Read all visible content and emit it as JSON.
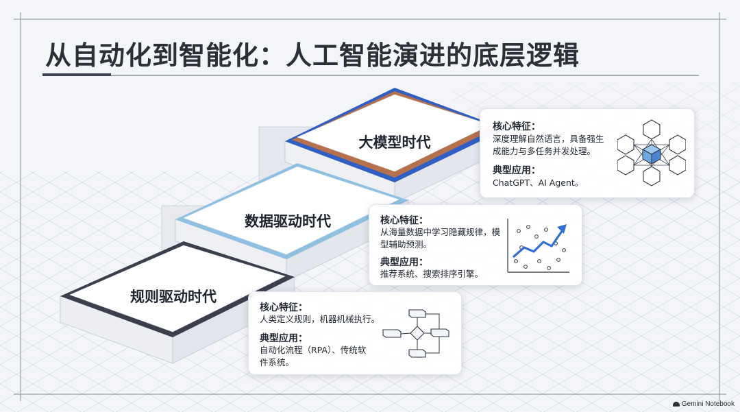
{
  "title": "从自动化到智能化：人工智能演进的底层逻辑",
  "tiers": [
    {
      "name": "规则驱动时代",
      "features_label": "核心特征：",
      "features": "人类定义规则，机器机械执行。",
      "apps_label": "典型应用：",
      "apps": "自动化流程（RPA）、传统软件系统。",
      "icon": "flowchart-icon",
      "accent_color": "#3a3f4b"
    },
    {
      "name": "数据驱动时代",
      "features_label": "核心特征：",
      "features": "从海量数据中学习隐藏规律，模型辅助预测。",
      "apps_label": "典型应用：",
      "apps": "推荐系统、搜索排序引擎。",
      "icon": "trend-chart-icon",
      "accent_color": "#8fc0e2"
    },
    {
      "name": "大模型时代",
      "features_label": "核心特征：",
      "features": "深度理解自然语言，具备强生成能力与多任务并发处理。",
      "apps_label": "典型应用：",
      "apps": "ChatGPT、AI Agent。",
      "icon": "network-cube-icon",
      "accent_color": "#2f5fc4",
      "inner_accent_color": "#b5704d"
    }
  ],
  "footer": "Gemini Notebook"
}
